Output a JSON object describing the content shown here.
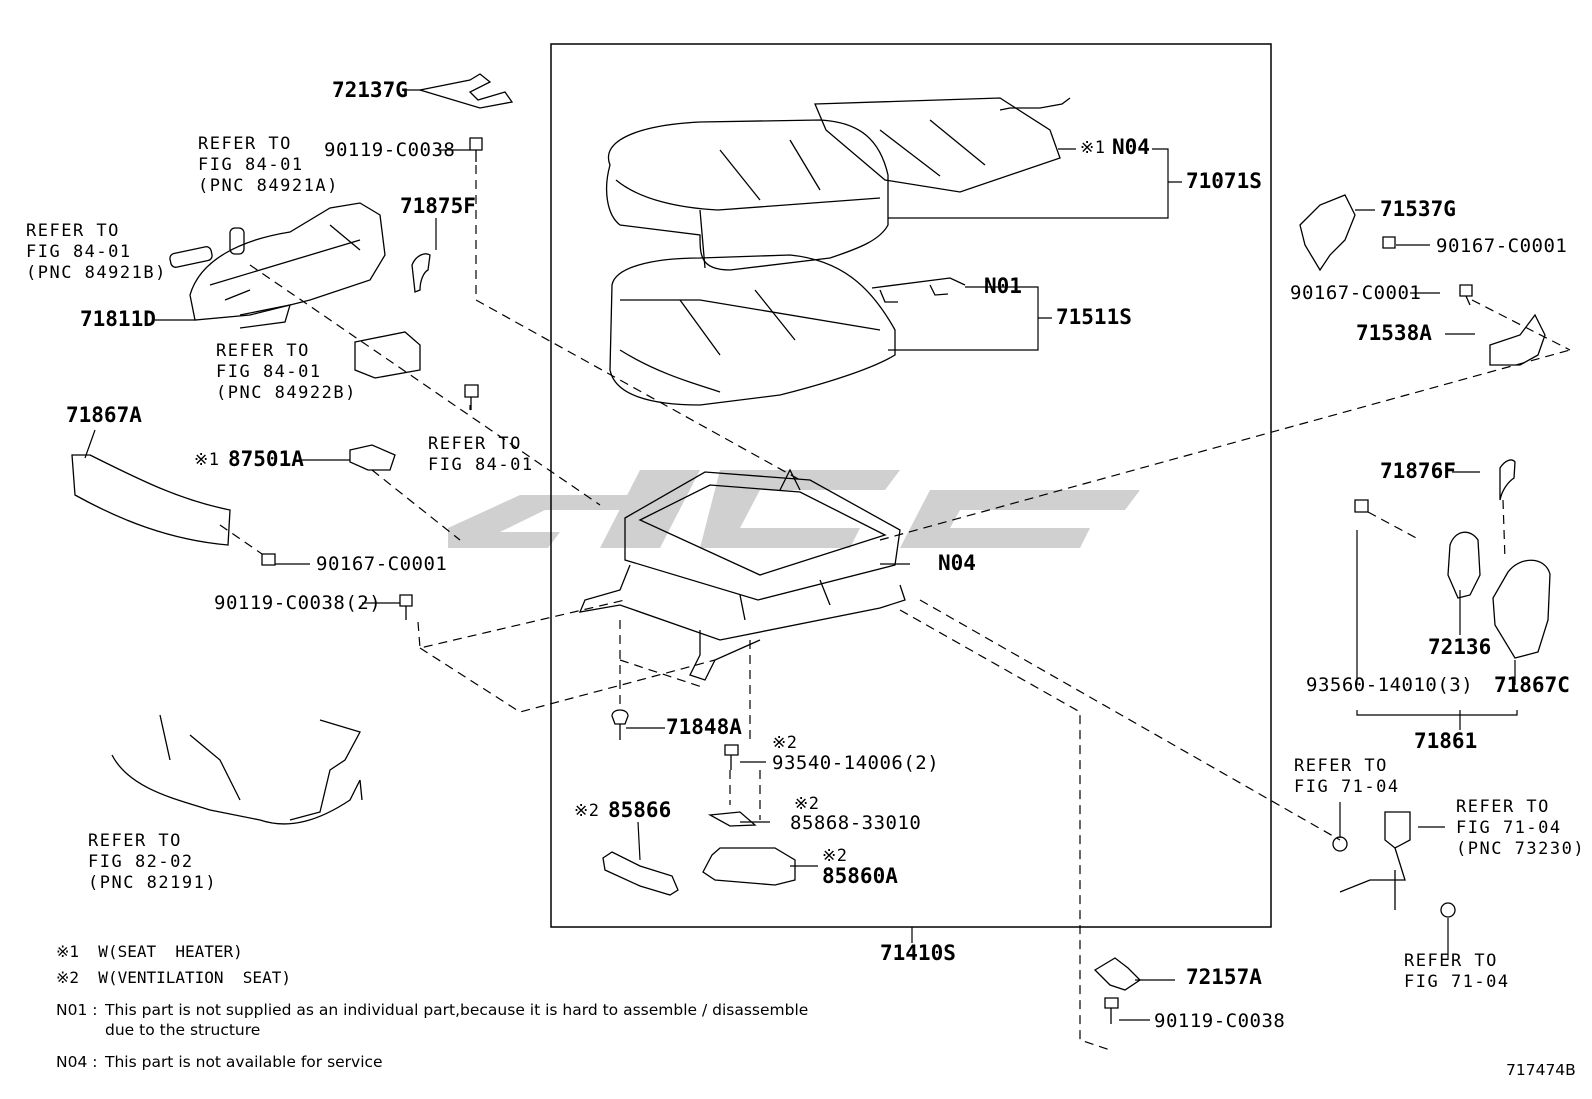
{
  "diagram": {
    "figure_code": "717474B",
    "frame_part": "71410S",
    "parts": {
      "p72137G": "72137G",
      "p90119_top": "90119-C0038",
      "p71875F": "71875F",
      "p71811D": "71811D",
      "p71867A": "71867A",
      "p87501A": "87501A",
      "p90167_left": "90167-C0001",
      "p90119_2": "90119-C0038(2)",
      "p71071S": "71071S",
      "p71511S": "71511S",
      "p71537G": "71537G",
      "p90167_r1": "90167-C0001",
      "p90167_r2": "90167-C0001",
      "p71538A": "71538A",
      "p71876F": "71876F",
      "p72136": "72136",
      "p93560": "93560-14010(3)",
      "p71867C": "71867C",
      "p71861": "71861",
      "p71848A": "71848A",
      "p93540": "93540-14006(2)",
      "p85868": "85868-33010",
      "p85866": "85866",
      "p85860A": "85860A",
      "p72157A": "72157A",
      "p90119_bottom": "90119-C0038"
    },
    "codes": {
      "n04_top": "N04",
      "n01": "N01",
      "n04_frame": "N04"
    },
    "marks": {
      "m1": "※1",
      "m2": "※2"
    },
    "refs": {
      "r_84921A": "REFER TO\nFIG 84-01\n(PNC 84921A)",
      "r_84921B": "REFER TO\nFIG 84-01\n(PNC 84921B)",
      "r_84922B": "REFER TO\nFIG 84-01\n(PNC 84922B)",
      "r_84_01": "REFER TO\nFIG 84-01",
      "r_82191": "REFER TO\nFIG 82-02\n(PNC 82191)",
      "r_71_04_a": "REFER TO\nFIG 71-04",
      "r_73230": "REFER TO\nFIG 71-04\n(PNC 73230)",
      "r_71_04_b": "REFER TO\nFIG 71-04"
    },
    "legend": {
      "l1": "※1  W(SEAT  HEATER)",
      "l2": "※2  W(VENTILATION  SEAT)"
    },
    "notes": {
      "n01_code": "N01 :",
      "n01_text": "This part is not supplied as an individual part,because it is hard to assemble / disassemble\ndue to the structure",
      "n04_code": "N04 :",
      "n04_text": "This part is not available for service"
    }
  }
}
